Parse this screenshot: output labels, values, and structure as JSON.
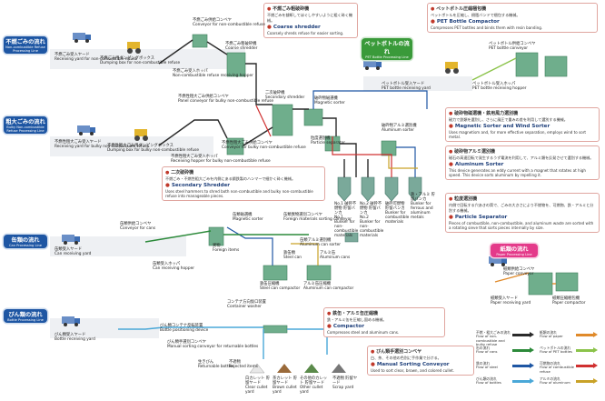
{
  "processing_lines": {
    "nonburnable": {
      "jp": "不燃ごみの流れ",
      "en": "Non-combustible Refuse Processing Line"
    },
    "bulky": {
      "jp": "粗大ごみの流れ",
      "en": "Bulky Non-combustible Refuse Processing Line"
    },
    "can": {
      "jp": "缶類の流れ",
      "en": "Can Processing Line"
    },
    "bottle": {
      "jp": "びん類の流れ",
      "en": "Bottle Processing Line"
    },
    "pet": {
      "jp": "ペットボトルの流れ",
      "en": "PET Bottle Processing Line"
    },
    "paper": {
      "jp": "紙類の流れ",
      "en": "Paper Processing Line"
    }
  },
  "callouts": {
    "coarse_shredder": {
      "jp": "不燃ごみ粗破砕機",
      "jp_desc": "不燃ごみを裁断してほぐしやすいように粗く砕く機械。",
      "en": "Coarse shredder",
      "en_desc": "Coarsely shreds refuse for easier sorting."
    },
    "pet_compactor": {
      "jp": "ペットボトル圧縮梱包機",
      "jp_desc": "ペットボトルを圧縮し、樹脂バンドで梱包する機械。",
      "en": "PET Bottle Compactor",
      "en_desc": "Compresses PET bottles and binds them with resin banding."
    },
    "magnetic_wind": {
      "jp": "破砕物磁選機・鉄用風力選別機",
      "jp_desc": "磁力で鉄類を選別し、さらに風圧で重みの差を利用して選別する機械。",
      "en": "Magnetic Sorter and Wind Sorter",
      "en_desc": "Uses magnetism and, for more effective separation, employs wind to sort metal."
    },
    "aluminum_sorter": {
      "jp": "破砕物アルミ選別機",
      "jp_desc": "磁石の高速回転で発生するうず電流を利用して、アルミ類を反発させて選別する機械。",
      "en": "Aluminum Sorter",
      "en_desc": "This device generates an eddy current with a magnet that rotates at high speed. This device sorts aluminum by repelling it."
    },
    "secondary_shredder": {
      "jp": "二次破砕機",
      "jp_desc": "不燃ごみ・不燃性粗大ごみを内側にある鋼鉄製のハンマーで細かく砕く機械。",
      "en": "Secondary Shredder",
      "en_desc": "Uses steel hammers to shred both non-combustible and bulky non-combustible refuse into manageable pieces."
    },
    "particle_separator": {
      "jp": "粒度選別機",
      "jp_desc": "内側で回転する穴あきの筒で、ごみの大きさにより不燃物を、可燃物、鉄・アルミと分別する機械。",
      "en": "Particle Separator",
      "en_desc": "Pieces of combustible, non-combustible, and aluminum waste are sorted with a rotating sieve that sorts pieces internally by size."
    },
    "compactor": {
      "jp": "鉄缶・アルミ缶圧縮機",
      "jp_desc": "鉄・アルミ缶を圧縮し固める機械。",
      "en": "Compactor",
      "en_desc": "Compresses steel and aluminum cans."
    },
    "manual_sorting": {
      "jp": "びん類手選別コンベヤ",
      "jp_desc": "白、茶、その他の色別に手作業で分ける。",
      "en": "Manual Sorting Conveyor",
      "en_desc": "Used to sort clear, brown, and colored cullet."
    }
  },
  "labels": {
    "ncr_yard": {
      "jp": "不燃ごみ受入ヤード",
      "en": "Receiving yard for non-combustible refuse"
    },
    "ncr_dump": {
      "jp": "不燃ごみ用ダンピングボックス",
      "en": "Dumping box for non-combustible refuse"
    },
    "ncr_hopper": {
      "jp": "不燃ごみ受入ホッパ",
      "en": "Non-combustible refuse receiving hopper"
    },
    "ncr_conveyor": {
      "jp": "不燃ごみ供給コンベヤ",
      "en": "Conveyor for non-combustible refuse"
    },
    "coarse_label": {
      "jp": "不燃ごみ粗破砕機",
      "en": "Coarse shredder"
    },
    "bulky_conveyor": {
      "jp": "不燃性粗大ごみ供給コンベヤ",
      "en": "Panel conveyor for bulky non-combustible refuse"
    },
    "bulky_yard": {
      "jp": "不燃性粗大ごみ受入ヤード",
      "en": "Receiving yard for bulky non-combustible refuse"
    },
    "bulky_dump": {
      "jp": "不燃性粗大ごみ用ダンピングボックス",
      "en": "Dumping box for bulky non-combustible refuse"
    },
    "bulky_hopper": {
      "jp": "不燃性粗大ごみ受入ホッパ",
      "en": "Receiving hopper for bulky non-combustible refuse"
    },
    "bulky_feed": {
      "jp": "不燃性粗大ごみ供給コンベヤ",
      "en": "Conveyor for bulky non-combustible refuse"
    },
    "secondary_label": {
      "jp": "二次破砕機",
      "en": "Secondary shredder"
    },
    "magnetic_label": {
      "jp": "破砕物磁選機",
      "en": "Magnetic sorter"
    },
    "particle_label": {
      "jp": "粒度選別機",
      "en": "Particle separator"
    },
    "aluminum_label": {
      "jp": "破砕物アルミ選別機",
      "en": "Aluminum sorter"
    },
    "bunker1": {
      "jp": "No.1 破砕不燃物 貯留バンカ",
      "en": "No.1 Bunker for non-combustible materials"
    },
    "bunker2": {
      "jp": "No.2 破砕不燃物 貯留バンカ",
      "en": "No.2 Bunker for non-combustible materials"
    },
    "bunker_comb": {
      "jp": "破砕可燃物 貯留バンカ",
      "en": "Bunker for combustible materials"
    },
    "bunker_metal": {
      "jp": "鉄・アルミ 貯留バンカ",
      "en": "Bunker for ferrous and aluminum metals"
    },
    "pet_conveyor": {
      "jp": "ペットボトル供給コンベヤ",
      "en": "PET bottle conveyor"
    },
    "pet_yard": {
      "jp": "ペットボトル受入ヤード",
      "en": "PET bottle receiving yard"
    },
    "pet_hopper": {
      "jp": "ペットボトル受入ホッパ",
      "en": "PET bottle receiving hopper"
    },
    "can_yard": {
      "jp": "缶類受入ヤード",
      "en": "Can receiving yard"
    },
    "can_conveyor": {
      "jp": "缶類供給コンベヤ",
      "en": "Conveyor for cans"
    },
    "can_hopper": {
      "jp": "缶類受入ホッパ",
      "en": "Can receiving hopper"
    },
    "can_magnetic": {
      "jp": "缶類磁選機",
      "en": "Magnetic sorter"
    },
    "foreign_conv": {
      "jp": "缶類異物選別コンベヤ",
      "en": "Foreign materials sorting conveyor"
    },
    "can_aluminum": {
      "jp": "缶類アルミ選別機",
      "en": "Aluminum can sorter"
    },
    "foreign_items": {
      "jp": "異物",
      "en": "Foreign items"
    },
    "steel_cans": {
      "jp": "鉄缶類",
      "en": "Steel can"
    },
    "alu_cans": {
      "jp": "アルミ缶",
      "en": "Aluminum cans"
    },
    "steel_comp": {
      "jp": "鉄缶圧縮機",
      "en": "Steel can compactor"
    },
    "alu_comp": {
      "jp": "アルミ缶圧縮機",
      "en": "Aluminum can compactor"
    },
    "container_conv": {
      "jp": "コンテナ方向仮ロ装置",
      "en": "Container washer"
    },
    "bottle_yard": {
      "jp": "びん類受入ヤード",
      "en": "Bottle receiving yard"
    },
    "bottle_container": {
      "jp": "びん類コンテナ反転装置",
      "en": "Bottle positioning device"
    },
    "manual_conv": {
      "jp": "びん類手選別コンベヤ",
      "en": "Manual sorting conveyor for returnable bottles"
    },
    "returnable": {
      "jp": "生きびん",
      "en": "Returnable bottles"
    },
    "rejected": {
      "jp": "不適物",
      "en": "Rejected items"
    },
    "cullet_clear": {
      "jp": "白カレット 貯留ヤード",
      "en": "Clear cullet yard"
    },
    "cullet_brown": {
      "jp": "茶カレット 貯留ヤード",
      "en": "Brown cullet yard"
    },
    "cullet_other": {
      "jp": "その他のカレット 貯留ヤード",
      "en": "Other cullet yard"
    },
    "cullet_scrap": {
      "jp": "不適物 貯留ヤード",
      "en": "Scrap yard"
    },
    "paper_conv": {
      "jp": "紙類供給コンベヤ",
      "en": "Paper conveyor"
    },
    "paper_yard": {
      "jp": "紙類受入ヤード",
      "en": "Paper receiving yard"
    },
    "paper_compactor": {
      "jp": "紙類圧縮梱包機",
      "en": "Paper compactor"
    }
  },
  "legend": {
    "items": [
      {
        "jp": "不燃・粗大ごみの流れ",
        "en": "Flow of non-combustible and bulky refuse",
        "color": "#2a2a2a"
      },
      {
        "jp": "缶の流れ",
        "en": "Flow of cans",
        "color": "#2c8a3a"
      },
      {
        "jp": "鉄の流れ",
        "en": "Flow of steel",
        "color": "#1e56a3"
      },
      {
        "jp": "びん類の流れ",
        "en": "Flow of bottles",
        "color": "#4aa8d8"
      },
      {
        "jp": "紙類の流れ",
        "en": "Flow of paper",
        "color": "#e08a2a"
      },
      {
        "jp": "ペットボトルの流れ",
        "en": "Flow of PET bottles",
        "color": "#8bc34a"
      },
      {
        "jp": "可燃物の流れ",
        "en": "Flow of combustible refuse",
        "color": "#d03030"
      },
      {
        "jp": "アルミの流れ",
        "en": "Flow of aluminum",
        "color": "#c9a227"
      }
    ]
  },
  "colors": {
    "line_badge": "#1e56a3",
    "paper_badge": "#e43a8a",
    "pet_badge": "#3a9a3a",
    "callout_border": "#e0a6a0"
  }
}
